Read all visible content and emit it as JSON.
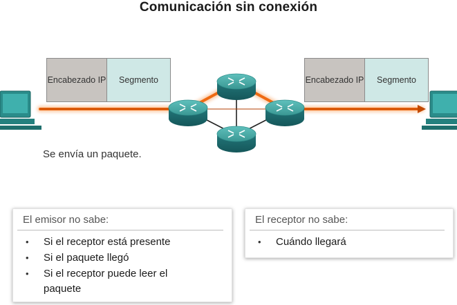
{
  "title": "Comunicación sin conexión",
  "left_packet": {
    "header": "Encabezado IP",
    "segment": "Segmento"
  },
  "right_packet": {
    "header": "Encabezado IP",
    "segment": "Segmento"
  },
  "caption": "Se envía un paquete.",
  "sender_panel": {
    "title": "El emisor no sabe:",
    "items": [
      "Si el receptor está presente",
      "Si el paquete llegó",
      "Si el receptor puede leer el paquete"
    ]
  },
  "receiver_panel": {
    "title": "El receptor no sabe:",
    "items": [
      "Cuándo llegará"
    ]
  },
  "colors": {
    "path": "#ef6a12",
    "router_top": "#4aa9a6",
    "router_side": "#1f6f73",
    "computer": "#2a8c8a"
  }
}
